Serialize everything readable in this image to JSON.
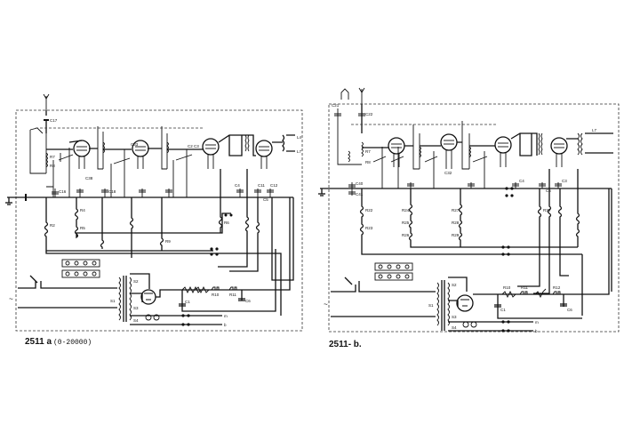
{
  "diagrams": [
    {
      "caption": "2511 a",
      "range": "(0-20000)",
      "labels": [
        "C17",
        "R7",
        "R8",
        "C38",
        "C16",
        "R2",
        "R4",
        "R5",
        "C33",
        "C18",
        "R6",
        "R9",
        "C4",
        "C5",
        "C1",
        "C6",
        "S2",
        "S1",
        "S3",
        "S4",
        "R10",
        "R11",
        "C2",
        "C3",
        "C11",
        "C12",
        "L4",
        "L7",
        "m",
        "b"
      ]
    },
    {
      "caption": "2511- b.",
      "labels": [
        "C21",
        "C22",
        "R7",
        "R8",
        "C40",
        "C41",
        "R22",
        "R23",
        "R24",
        "R25",
        "R26",
        "R27",
        "R28",
        "R29",
        "R30",
        "C32",
        "C4",
        "C5",
        "C3",
        "C1",
        "C6",
        "S1",
        "S2",
        "S3",
        "S4",
        "R10",
        "R11",
        "R12",
        "L7",
        "m",
        "b"
      ]
    }
  ]
}
